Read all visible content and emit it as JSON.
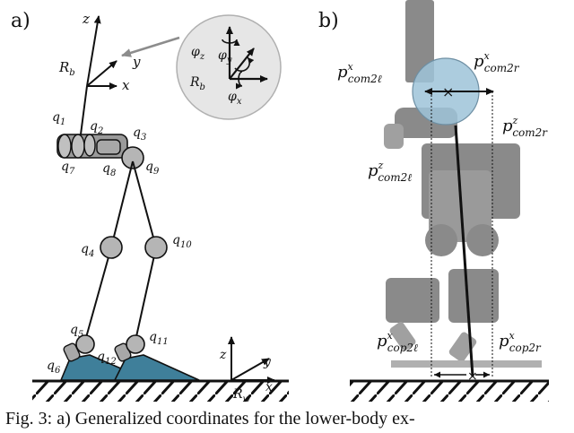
{
  "panel_a": {
    "tag": "a)",
    "labels": {
      "z": "z",
      "y": "y",
      "x": "x",
      "Rb": "R",
      "Rb_sub": "b",
      "q1": "q",
      "q1_sub": "1",
      "q2": "q",
      "q2_sub": "2",
      "q3": "q",
      "q3_sub": "3",
      "q4": "q",
      "q4_sub": "4",
      "q5": "q",
      "q5_sub": "5",
      "q6": "q",
      "q6_sub": "6",
      "q7": "q",
      "q7_sub": "7",
      "q8": "q",
      "q8_sub": "8",
      "q9": "q",
      "q9_sub": "9",
      "q10": "q",
      "q10_sub": "10",
      "q11": "q",
      "q11_sub": "11",
      "q12": "q",
      "q12_sub": "12",
      "phi_z": "φ",
      "phi_z_sub": "z",
      "phi_y": "φ",
      "phi_y_sub": "y",
      "phi_x": "φ",
      "phi_x_sub": "x",
      "inset_Rb": "R",
      "inset_Rb_sub": "b",
      "world_z": "z",
      "world_y": "y",
      "world_x": "x",
      "Rw": "R",
      "Rw_sub": "w"
    }
  },
  "panel_b": {
    "tag": "b)",
    "labels": {
      "p": "p",
      "com2l_x_sup": "x",
      "com2l_x_sub": "com2ℓ",
      "com2r_x_sup": "x",
      "com2r_x_sub": "com2r",
      "com2r_z_sup": "z",
      "com2r_z_sub": "com2r",
      "com2l_z_sup": "z",
      "com2l_z_sub": "com2ℓ",
      "cop2l_x_sup": "x",
      "cop2l_x_sub": "cop2ℓ",
      "cop2r_x_sup": "x",
      "cop2r_x_sub": "cop2r"
    }
  },
  "caption": "Fig. 3: a) Generalized coordinates for the lower-body ex-",
  "colors": {
    "robot_gray": "#8a8a8a",
    "robot_light": "#b5b5b5",
    "foot_blue": "#3f7f9a",
    "com_blue": "#9ec3d8",
    "inset_bg": "#e6e6e6",
    "arrow_gray": "#8c8c8c"
  }
}
